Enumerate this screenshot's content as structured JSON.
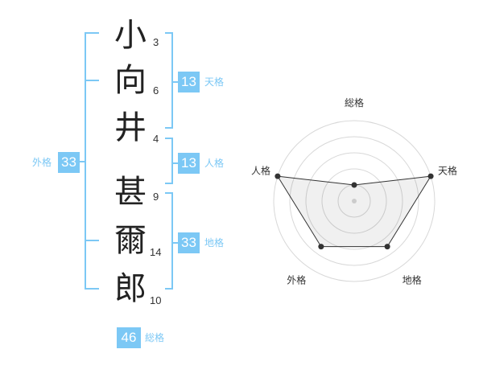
{
  "name": {
    "chars": [
      {
        "char": "小",
        "strokes": "3"
      },
      {
        "char": "向",
        "strokes": "6"
      },
      {
        "char": "井",
        "strokes": "4"
      },
      {
        "char": "甚",
        "strokes": "9"
      },
      {
        "char": "爾",
        "strokes": "14"
      },
      {
        "char": "郎",
        "strokes": "10"
      }
    ]
  },
  "fortunes": {
    "tenkaku": {
      "value": "13",
      "label": "天格"
    },
    "jinkaku": {
      "value": "13",
      "label": "人格"
    },
    "chikaku": {
      "value": "33",
      "label": "地格"
    },
    "gaikaku": {
      "value": "33",
      "label": "外格"
    },
    "soukaku": {
      "value": "46",
      "label": "総格"
    }
  },
  "colors": {
    "accent": "#7cc8f5",
    "text": "#333333"
  },
  "chart_data": {
    "type": "radar",
    "axes": [
      "総格",
      "天格",
      "地格",
      "外格",
      "人格"
    ],
    "values": [
      1,
      5,
      3.5,
      3.5,
      5
    ],
    "max": 5,
    "rings": 5
  }
}
